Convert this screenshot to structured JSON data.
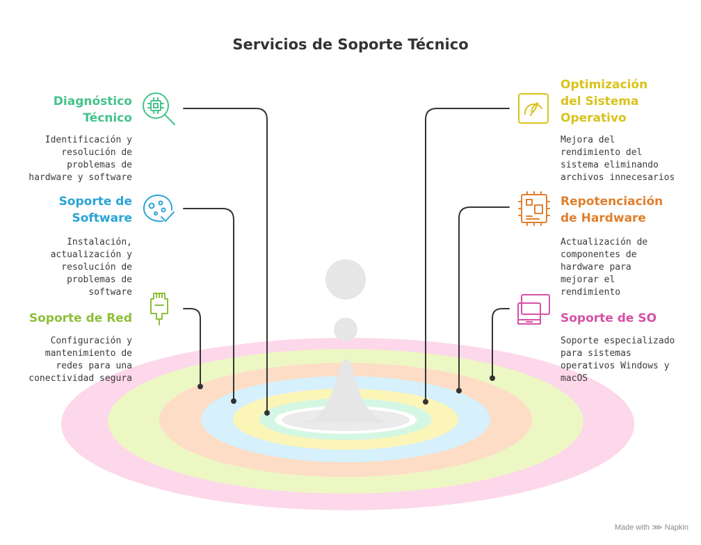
{
  "title": "Servicios de Soporte Técnico",
  "colors": {
    "green": "#45C28A",
    "blue": "#2AA3D6",
    "lime": "#8CBF3A",
    "yellow": "#D9C21A",
    "orange": "#E07F2E",
    "pink": "#D64FA6",
    "ring_pink": "#FDD7EA",
    "ring_lime": "#EDF7C4",
    "ring_peach": "#FDDDC5",
    "ring_blue": "#D6F0FC",
    "ring_yellow": "#FCF5B8",
    "ring_mint": "#D4F7E4",
    "drop": "#E6E6E6",
    "line": "#333333"
  },
  "left": [
    {
      "heading": "Diagnóstico\nTécnico",
      "desc": "Identificación y\nresolución de\nproblemas de\nhardware y software",
      "icon": "chip-search-icon"
    },
    {
      "heading": "Soporte de\nSoftware",
      "desc": "Instalación,\nactualización y\nresolución de\nproblemas de\nsoftware",
      "icon": "software-check-icon"
    },
    {
      "heading": "Soporte de Red",
      "desc": "Configuración y\nmantenimiento de\nredes para una\nconectividad segura",
      "icon": "ethernet-icon"
    }
  ],
  "right": [
    {
      "heading": "Optimización\ndel Sistema\nOperativo",
      "desc": "Mejora del\nrendimiento del\nsistema eliminando\narchivos innecesarios",
      "icon": "gauge-icon"
    },
    {
      "heading": "Repotenciación\nde Hardware",
      "desc": "Actualización de\ncomponentes de\nhardware para\nmejorar el\nrendimiento",
      "icon": "motherboard-icon"
    },
    {
      "heading": "Soporte de SO",
      "desc": "Soporte especializado\npara sistemas\noperativos Windows y\nmacOS",
      "icon": "laptop-icon"
    }
  ],
  "footer": "Made with ⋙ Napkin"
}
